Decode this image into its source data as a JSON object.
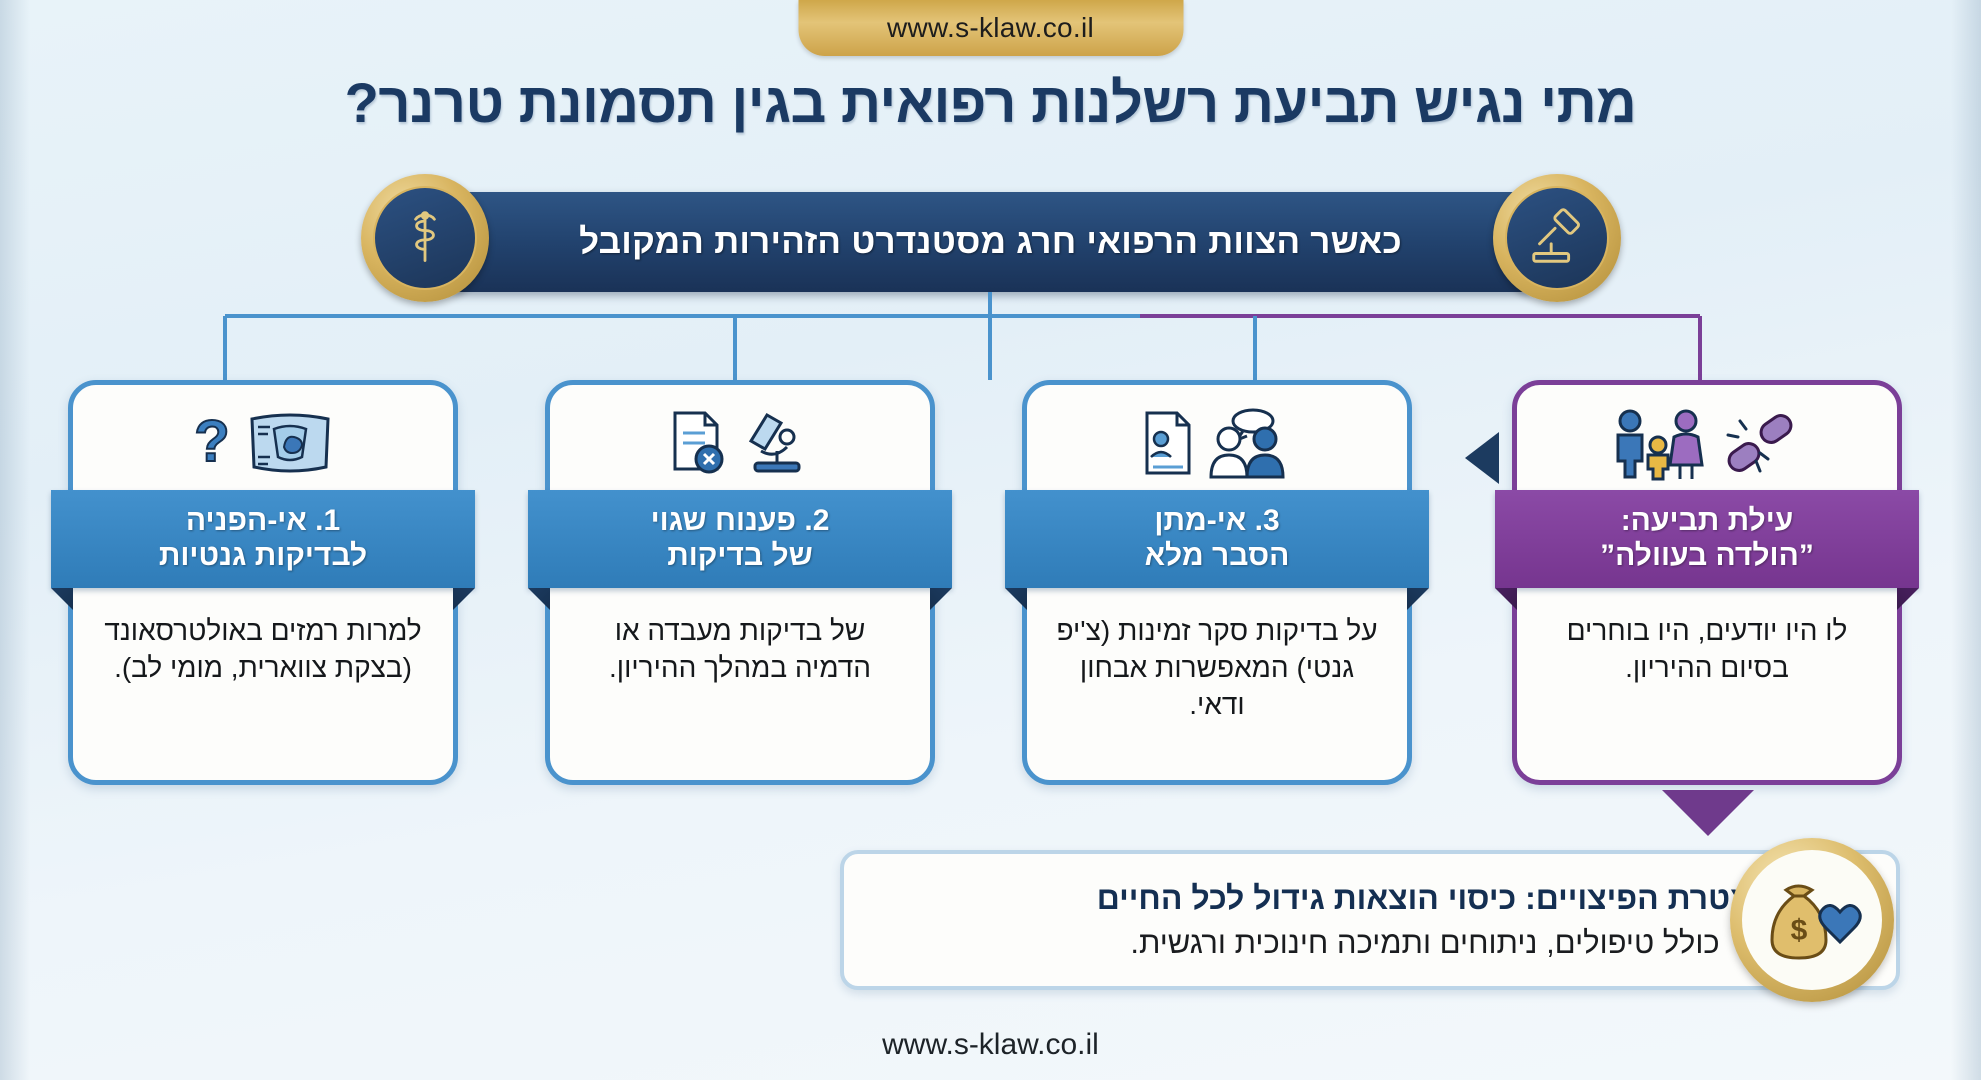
{
  "brand": {
    "top_banner_url": "www.s-klaw.co.il",
    "footer_url": "www.s-klaw.co.il",
    "gold": "#d8b45f",
    "navy": "#1b3a63",
    "blue": "#3b86c4",
    "purple": "#7b3f98"
  },
  "header": {
    "title": "מתי נגיש תביעת רשלנות רפואית בגין תסמונת טרנר?"
  },
  "ribbon": {
    "text": "כאשר הצוות הרפואי חרג מסטנדרט הזהירות המקובל",
    "left_icon": "gavel-icon",
    "right_icon": "caduceus-icon"
  },
  "cards": [
    {
      "icon": "ultrasound-question-icon",
      "label_line1": "1. אי-הפניה",
      "label_line2": "לבדיקות גנטיות",
      "body": "למרות רמזים באולטרסאונד (בצקת צווארית, מומי לב).",
      "accent": "#3b86c4"
    },
    {
      "icon": "microscope-report-error-icon",
      "label_line1": "2. פענוח שגוי",
      "label_line2": "של בדיקות",
      "body": "של בדיקות מעבדה או הדמיה במהלך ההיריון.",
      "accent": "#3b86c4"
    },
    {
      "icon": "doctor-patient-consult-icon",
      "label_line1": "3. אי-מתן",
      "label_line2": "הסבר מלא",
      "body": "על בדיקות סקר זמינות (צ'יפ גנטי) המאפשרות אבחון ודאי.",
      "accent": "#3b86c4"
    },
    {
      "icon": "broken-chain-family-icon",
      "label_line1": "עילת תביעה:",
      "label_line2": "”הולדה בעוולה”",
      "body": "לו היו יודעים, היו בוחרים בסיום ההיריון.",
      "accent": "#7b3f98"
    }
  ],
  "bottom_panel": {
    "line1": "מטרת הפיצויים: כיסוי הוצאות גידול לכל החיים",
    "line2": "כולל טיפולים, ניתוחים ותמיכה חינוכית ורגשית.",
    "icon": "money-bag-heart-icon"
  }
}
